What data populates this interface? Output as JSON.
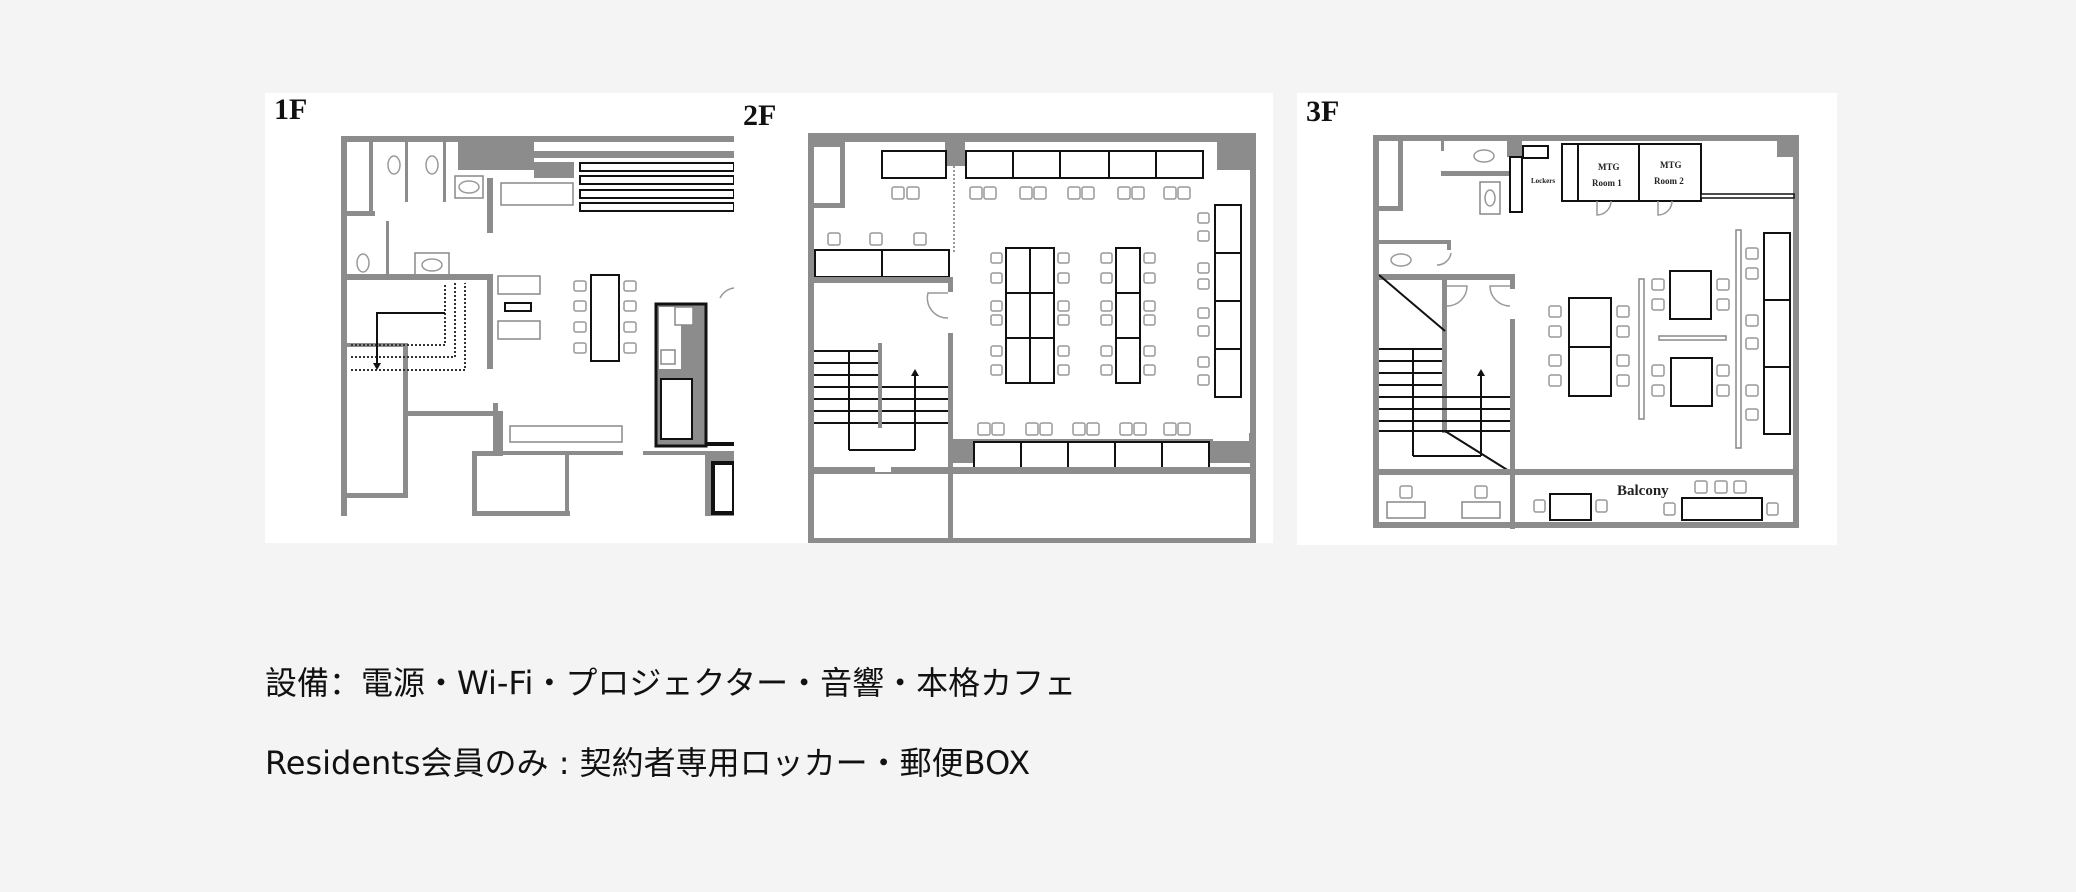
{
  "floor_plans": [
    {
      "id": "1F",
      "label": "1F"
    },
    {
      "id": "2F",
      "label": "2F"
    },
    {
      "id": "3F",
      "label": "3F",
      "rooms": {
        "lockers": "Lockers",
        "mtg_room_1": [
          "MTG",
          "Room 1"
        ],
        "mtg_room_2": [
          "MTG",
          "Room 2"
        ],
        "balcony": "Balcony"
      }
    }
  ],
  "facilities": {
    "line1": "設備：電源・Wi-Fi・プロジェクター・音響・本格カフェ",
    "line2": "Residents会員のみ : 契約者専用ロッカー・郵便BOX"
  },
  "colors": {
    "background": "#f4f4f4",
    "panel": "#ffffff",
    "wall": "#8c8c8c",
    "line": "#111111"
  }
}
